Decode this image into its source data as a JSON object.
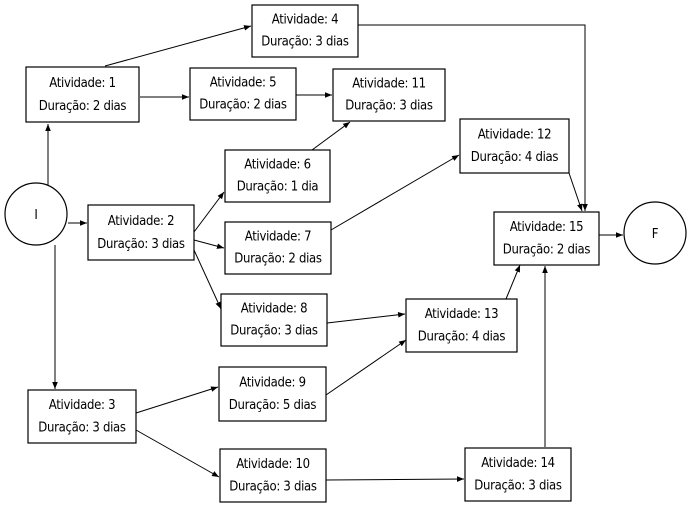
{
  "diagram": {
    "start": {
      "id": "I",
      "label": "I"
    },
    "finish": {
      "id": "F",
      "label": "F"
    },
    "activities": [
      {
        "id": "1",
        "name": "Atividade: 1",
        "duration": "Duração: 2 dias"
      },
      {
        "id": "2",
        "name": "Atividade: 2",
        "duration": "Duração: 3 dias"
      },
      {
        "id": "3",
        "name": "Atividade: 3",
        "duration": "Duração: 3 dias"
      },
      {
        "id": "4",
        "name": "Atividade: 4",
        "duration": "Duração: 3 dias"
      },
      {
        "id": "5",
        "name": "Atividade: 5",
        "duration": "Duração: 2 dias"
      },
      {
        "id": "6",
        "name": "Atividade: 6",
        "duration": "Duração: 1 dia"
      },
      {
        "id": "7",
        "name": "Atividade: 7",
        "duration": "Duração: 2 dias"
      },
      {
        "id": "8",
        "name": "Atividade: 8",
        "duration": "Duração: 3 dias"
      },
      {
        "id": "9",
        "name": "Atividade: 9",
        "duration": "Duração: 5 dias"
      },
      {
        "id": "10",
        "name": "Atividade: 10",
        "duration": "Duração: 3 dias"
      },
      {
        "id": "11",
        "name": "Atividade: 11",
        "duration": "Duração: 3 dias"
      },
      {
        "id": "12",
        "name": "Atividade: 12",
        "duration": "Duração: 4 dias"
      },
      {
        "id": "13",
        "name": "Atividade: 13",
        "duration": "Duração: 4 dias"
      },
      {
        "id": "14",
        "name": "Atividade: 14",
        "duration": "Duração: 3 dias"
      },
      {
        "id": "15",
        "name": "Atividade: 15",
        "duration": "Duração: 2 dias"
      }
    ],
    "edges": [
      [
        "I",
        "1"
      ],
      [
        "I",
        "2"
      ],
      [
        "I",
        "3"
      ],
      [
        "1",
        "4"
      ],
      [
        "1",
        "5"
      ],
      [
        "2",
        "6"
      ],
      [
        "2",
        "7"
      ],
      [
        "2",
        "8"
      ],
      [
        "3",
        "9"
      ],
      [
        "3",
        "10"
      ],
      [
        "5",
        "11"
      ],
      [
        "6",
        "11"
      ],
      [
        "7",
        "12"
      ],
      [
        "8",
        "13"
      ],
      [
        "9",
        "13"
      ],
      [
        "10",
        "14"
      ],
      [
        "4",
        "15"
      ],
      [
        "12",
        "15"
      ],
      [
        "13",
        "15"
      ],
      [
        "14",
        "15"
      ],
      [
        "15",
        "F"
      ]
    ]
  }
}
